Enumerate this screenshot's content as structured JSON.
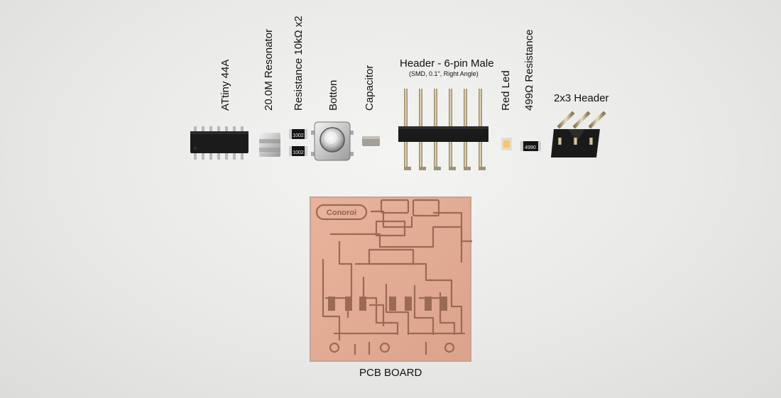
{
  "labels": {
    "attiny": "ATtiny 44A",
    "resonator": "20.0M Resonator",
    "resistance_10k": "Resistance 10kΩ x2",
    "button": "Botton",
    "capacitor": "Capacitor",
    "header_6pin": "Header - 6-pin Male",
    "header_6pin_detail": "(SMD, 0.1\", Right Angle)",
    "red_led": "Red Led",
    "resistance_499": "499Ω Resistance",
    "header_2x3": "2x3 Header",
    "pcb_board": "PCB BOARD"
  },
  "component_markings": {
    "resistor_10k_code": "1002",
    "resistor_499_code": "4990",
    "pcb_logo_text": "Conoroi"
  },
  "colors": {
    "background": "#e9e9e7",
    "pcb_copper": "#e0a890",
    "pcb_etched": "#9a6a55",
    "chip_black": "#1b1b1b"
  }
}
